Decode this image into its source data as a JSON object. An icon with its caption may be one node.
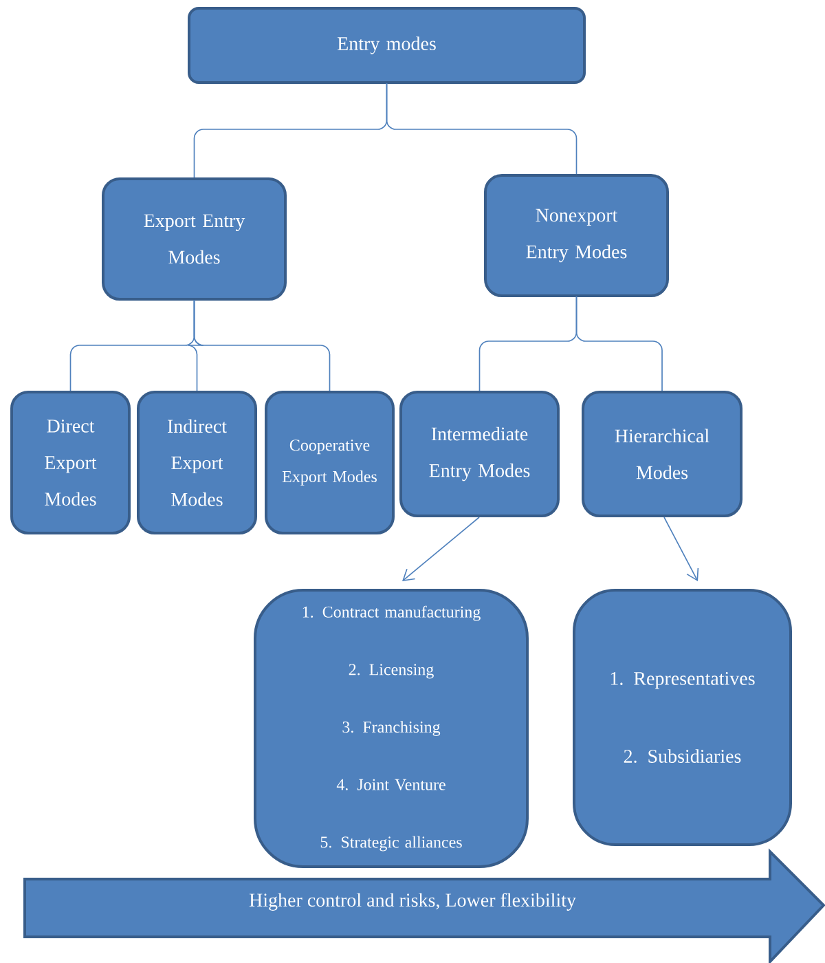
{
  "diagram": {
    "nodes": [
      {
        "text": [
          "Entry modes"
        ]
      },
      {
        "text": [
          "Export Entry Modes"
        ]
      },
      {
        "text": [
          "Nonexport Entry Modes"
        ]
      },
      {
        "text": [
          "Direct Export Modes"
        ]
      },
      {
        "text": [
          "Indirect Export Modes"
        ]
      },
      {
        "text": [
          "Cooperative Export Modes"
        ]
      },
      {
        "text": [
          "Intermediate Entry Modes"
        ]
      },
      {
        "text": [
          "Hierarchical Modes"
        ]
      },
      {
        "text": [
          "1. Contract manufacturing",
          "2. Licensing",
          "3. Franchising",
          "4. Joint Venture",
          "5. Strategic alliances"
        ]
      },
      {
        "text": [
          "1. Representatives",
          "2. Subsidiaries"
        ]
      },
      {
        "text": [
          "Higher control and risks, Lower flexibility"
        ]
      }
    ],
    "edges": [
      {
        "from": 0,
        "to": 1,
        "arrow": "none"
      },
      {
        "from": 0,
        "to": 2,
        "arrow": "none"
      },
      {
        "from": 1,
        "to": 3,
        "arrow": "none"
      },
      {
        "from": 1,
        "to": 4,
        "arrow": "none"
      },
      {
        "from": 1,
        "to": 5,
        "arrow": "none"
      },
      {
        "from": 2,
        "to": 6,
        "arrow": "none"
      },
      {
        "from": 2,
        "to": 7,
        "arrow": "none"
      },
      {
        "from": 6,
        "to": 8,
        "arrow": "to"
      },
      {
        "from": 7,
        "to": 9,
        "arrow": "to"
      }
    ]
  }
}
